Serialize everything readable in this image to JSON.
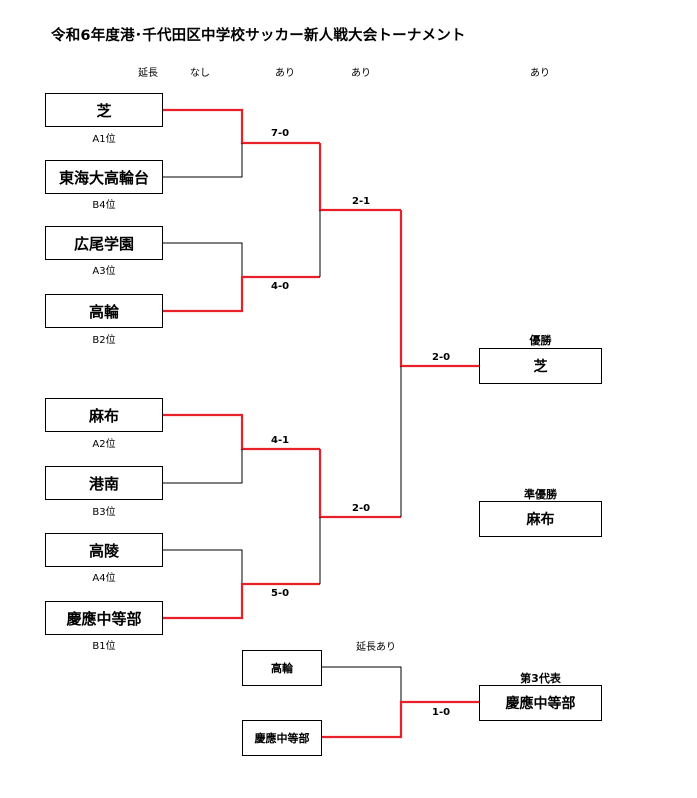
{
  "title": "令和6年度港･千代田区中学校サッカー新人戦大会トーナメント",
  "headers": {
    "extension": "延長",
    "r1": "なし",
    "r2": "あり",
    "r3": "あり",
    "final": "あり"
  },
  "teams": [
    {
      "name": "芝",
      "seed": "A1位"
    },
    {
      "name": "東海大高輪台",
      "seed": "B4位"
    },
    {
      "name": "広尾学園",
      "seed": "A3位"
    },
    {
      "name": "高輪",
      "seed": "B2位"
    },
    {
      "name": "麻布",
      "seed": "A2位"
    },
    {
      "name": "港南",
      "seed": "B3位"
    },
    {
      "name": "高陵",
      "seed": "A4位"
    },
    {
      "name": "慶應中等部",
      "seed": "B1位"
    }
  ],
  "scores": {
    "qf1": "7-0",
    "qf2": "4-0",
    "qf3": "4-1",
    "qf4": "5-0",
    "sf1": "2-1",
    "sf2": "2-0",
    "final": "2-0",
    "third": "1-0"
  },
  "results": {
    "champion_label": "優勝",
    "champion": "芝",
    "runner_up_label": "準優勝",
    "runner_up": "麻布",
    "third_label": "第3代表",
    "third": "慶應中等部"
  },
  "third_place": {
    "note": "延長あり",
    "team1": "高輪",
    "team2": "慶應中等部"
  },
  "colors": {
    "win_line": "#e8202a",
    "line": "#000000"
  }
}
